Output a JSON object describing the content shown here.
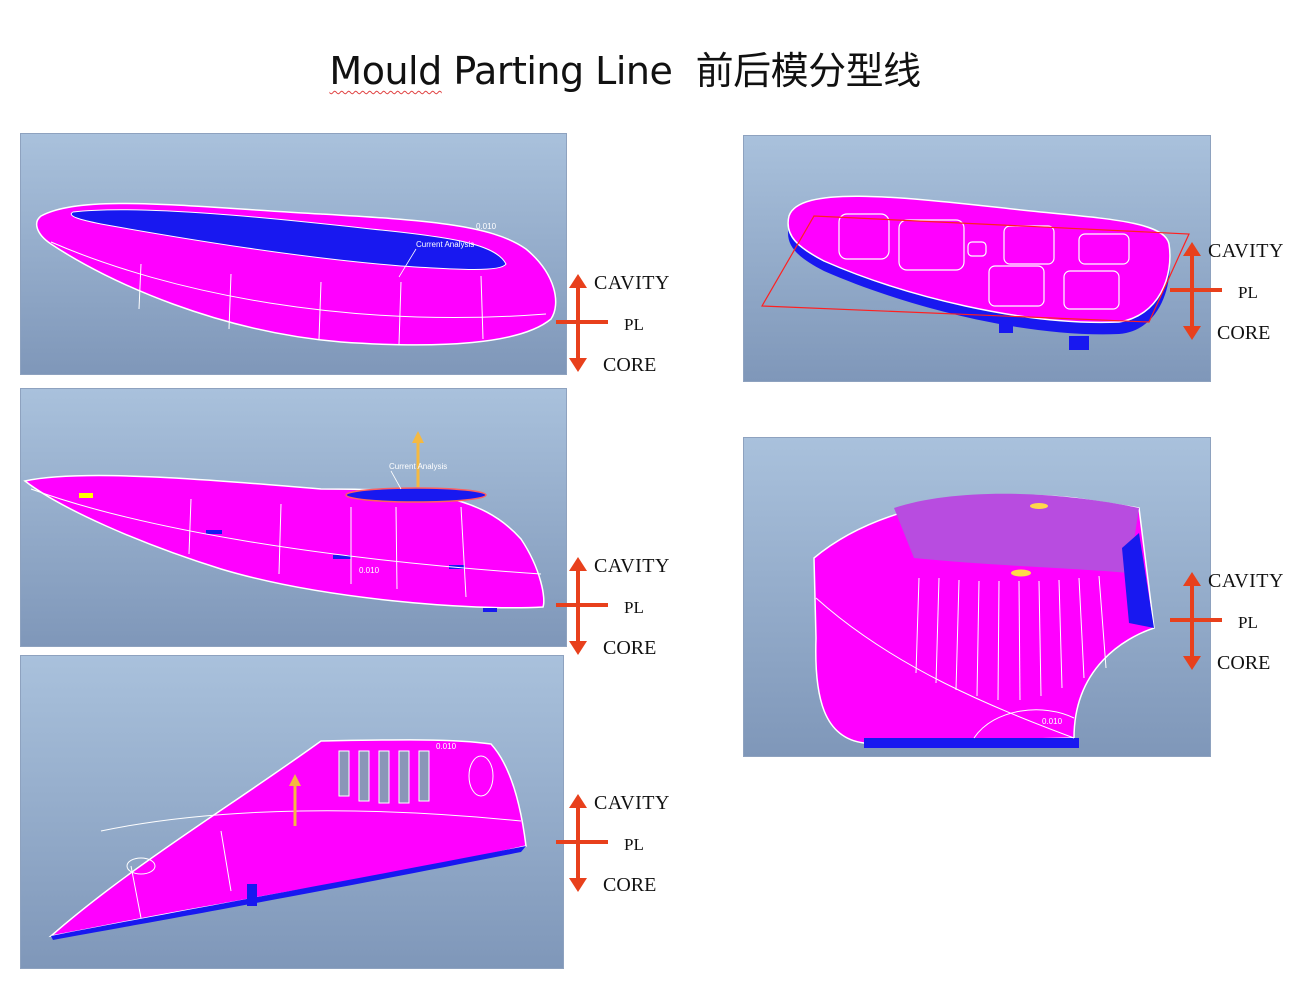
{
  "title": {
    "english_1": "Mould",
    "english_2": "Parting Line",
    "chinese": "前后模分型线"
  },
  "legend": {
    "cavity": "CAVITY",
    "pl": "PL",
    "core": "CORE"
  },
  "panels": [
    {
      "annotation": "Current Analysis",
      "tag": "0.010"
    },
    {
      "annotation": "Current Analysis",
      "tag": "0.010"
    },
    {
      "tag": "0.010"
    },
    {},
    {
      "tag": "0.010"
    }
  ],
  "colors": {
    "cavity_surface": "#ff00ff",
    "core_surface": "#1010ee",
    "arrow": "#e8401c",
    "analysis_arrow": "#f5b942",
    "background_top": "#a9c1dc",
    "background_bottom": "#7f97b9"
  }
}
